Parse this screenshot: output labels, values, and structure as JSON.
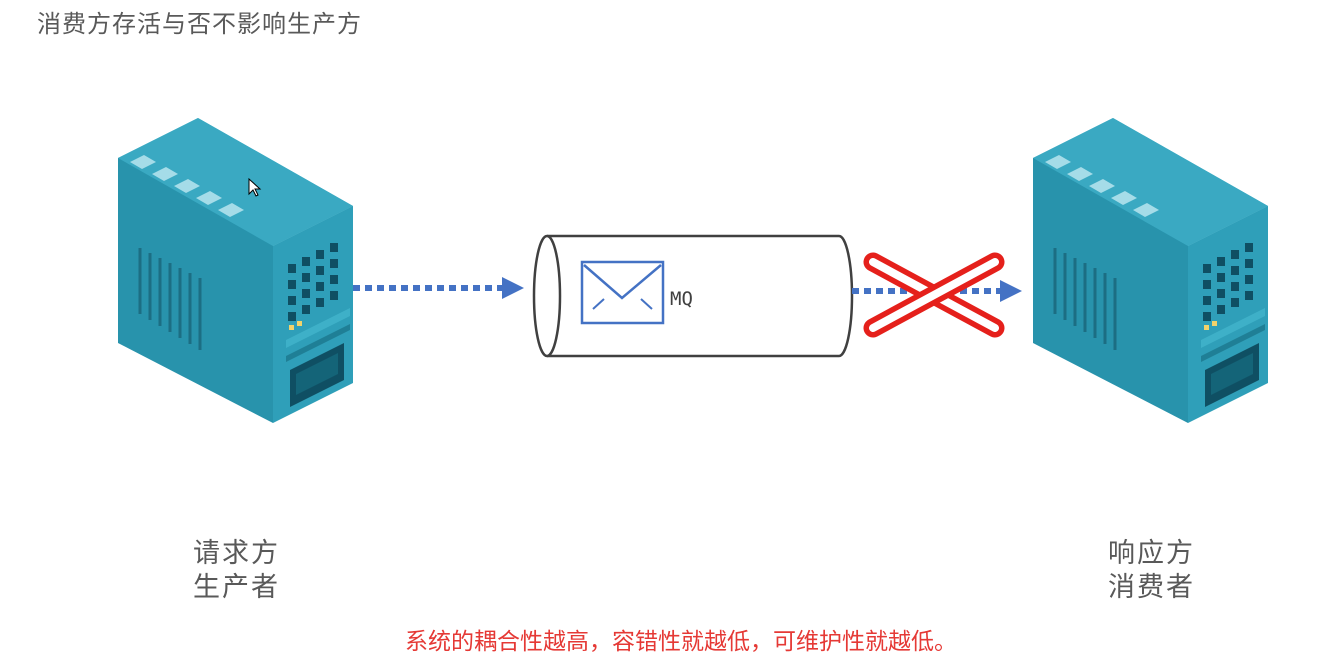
{
  "title": "消费方存活与否不影响生产方",
  "producer": {
    "line1": "请求方",
    "line2": "生产者"
  },
  "consumer": {
    "line1": "响应方",
    "line2": "消费者"
  },
  "queue": {
    "label": "MQ",
    "icon": "envelope-icon"
  },
  "broken_link_icon": "red-x-icon",
  "note": "系统的耦合性越高，容错性就越低，可维护性就越低。",
  "colors": {
    "server_front": "#2a8fa7",
    "server_top": "#43b2c8",
    "server_side": "#2d9db7",
    "arrow": "#4472c4",
    "cross": "#e5201b",
    "note": "#e53935"
  }
}
